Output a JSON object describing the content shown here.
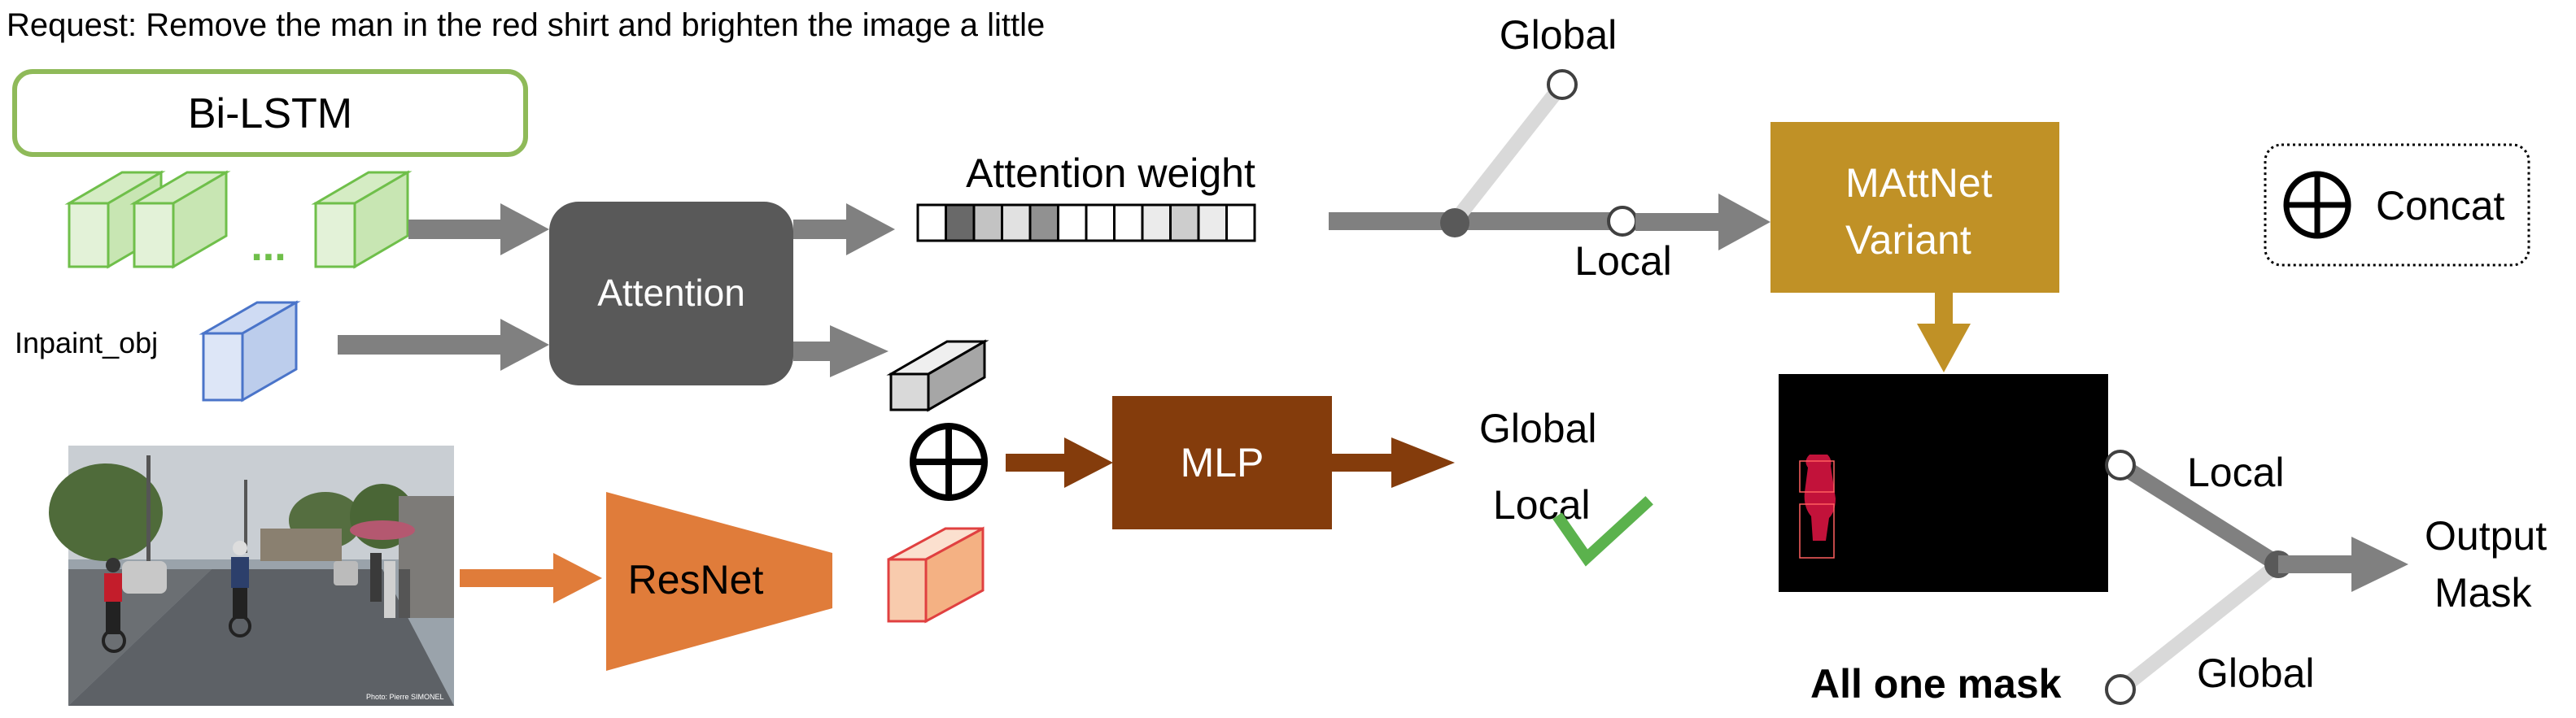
{
  "request_text": "Request: Remove the man in the red shirt and brighten the image a little",
  "bilstm_label": "Bi-LSTM",
  "ellipsis": "...",
  "inpaint_label": "Inpaint_obj",
  "attention_label": "Attention",
  "attention_weight_label": "Attention weight",
  "attention_weights": [
    0.0,
    0.75,
    0.3,
    0.15,
    0.55,
    0.0,
    0.0,
    0.0,
    0.1,
    0.25,
    0.1,
    0.0
  ],
  "switch_top": {
    "global_label": "Global",
    "local_label": "Local"
  },
  "mattnet_label": [
    "MAttNet",
    "Variant"
  ],
  "concat_label": "Concat",
  "mlp_label": "MLP",
  "mlp_out": {
    "global_label": "Global",
    "local_label": "Local"
  },
  "resnet_label": "ResNet",
  "switch_bottom": {
    "local_label": "Local",
    "global_label": "Global",
    "all_one_mask_label": "All one mask"
  },
  "output_label": [
    "Output",
    "Mask"
  ],
  "photo_credit": "Photo: Pierre SIMONEL",
  "colors": {
    "bilstm_border": "#8fba59",
    "lstm_cube": "#6fbf4a",
    "inpaint_cube": "#4a74c9",
    "attention_box": "#595959",
    "arrow_gray": "#808080",
    "mattnet_box": "#c09126",
    "mlp_box": "#843c0c",
    "brown_arrow": "#843c0c",
    "resnet": "#e07c3a",
    "check": "#5bb24d",
    "light_switch": "#d9d9d9"
  }
}
